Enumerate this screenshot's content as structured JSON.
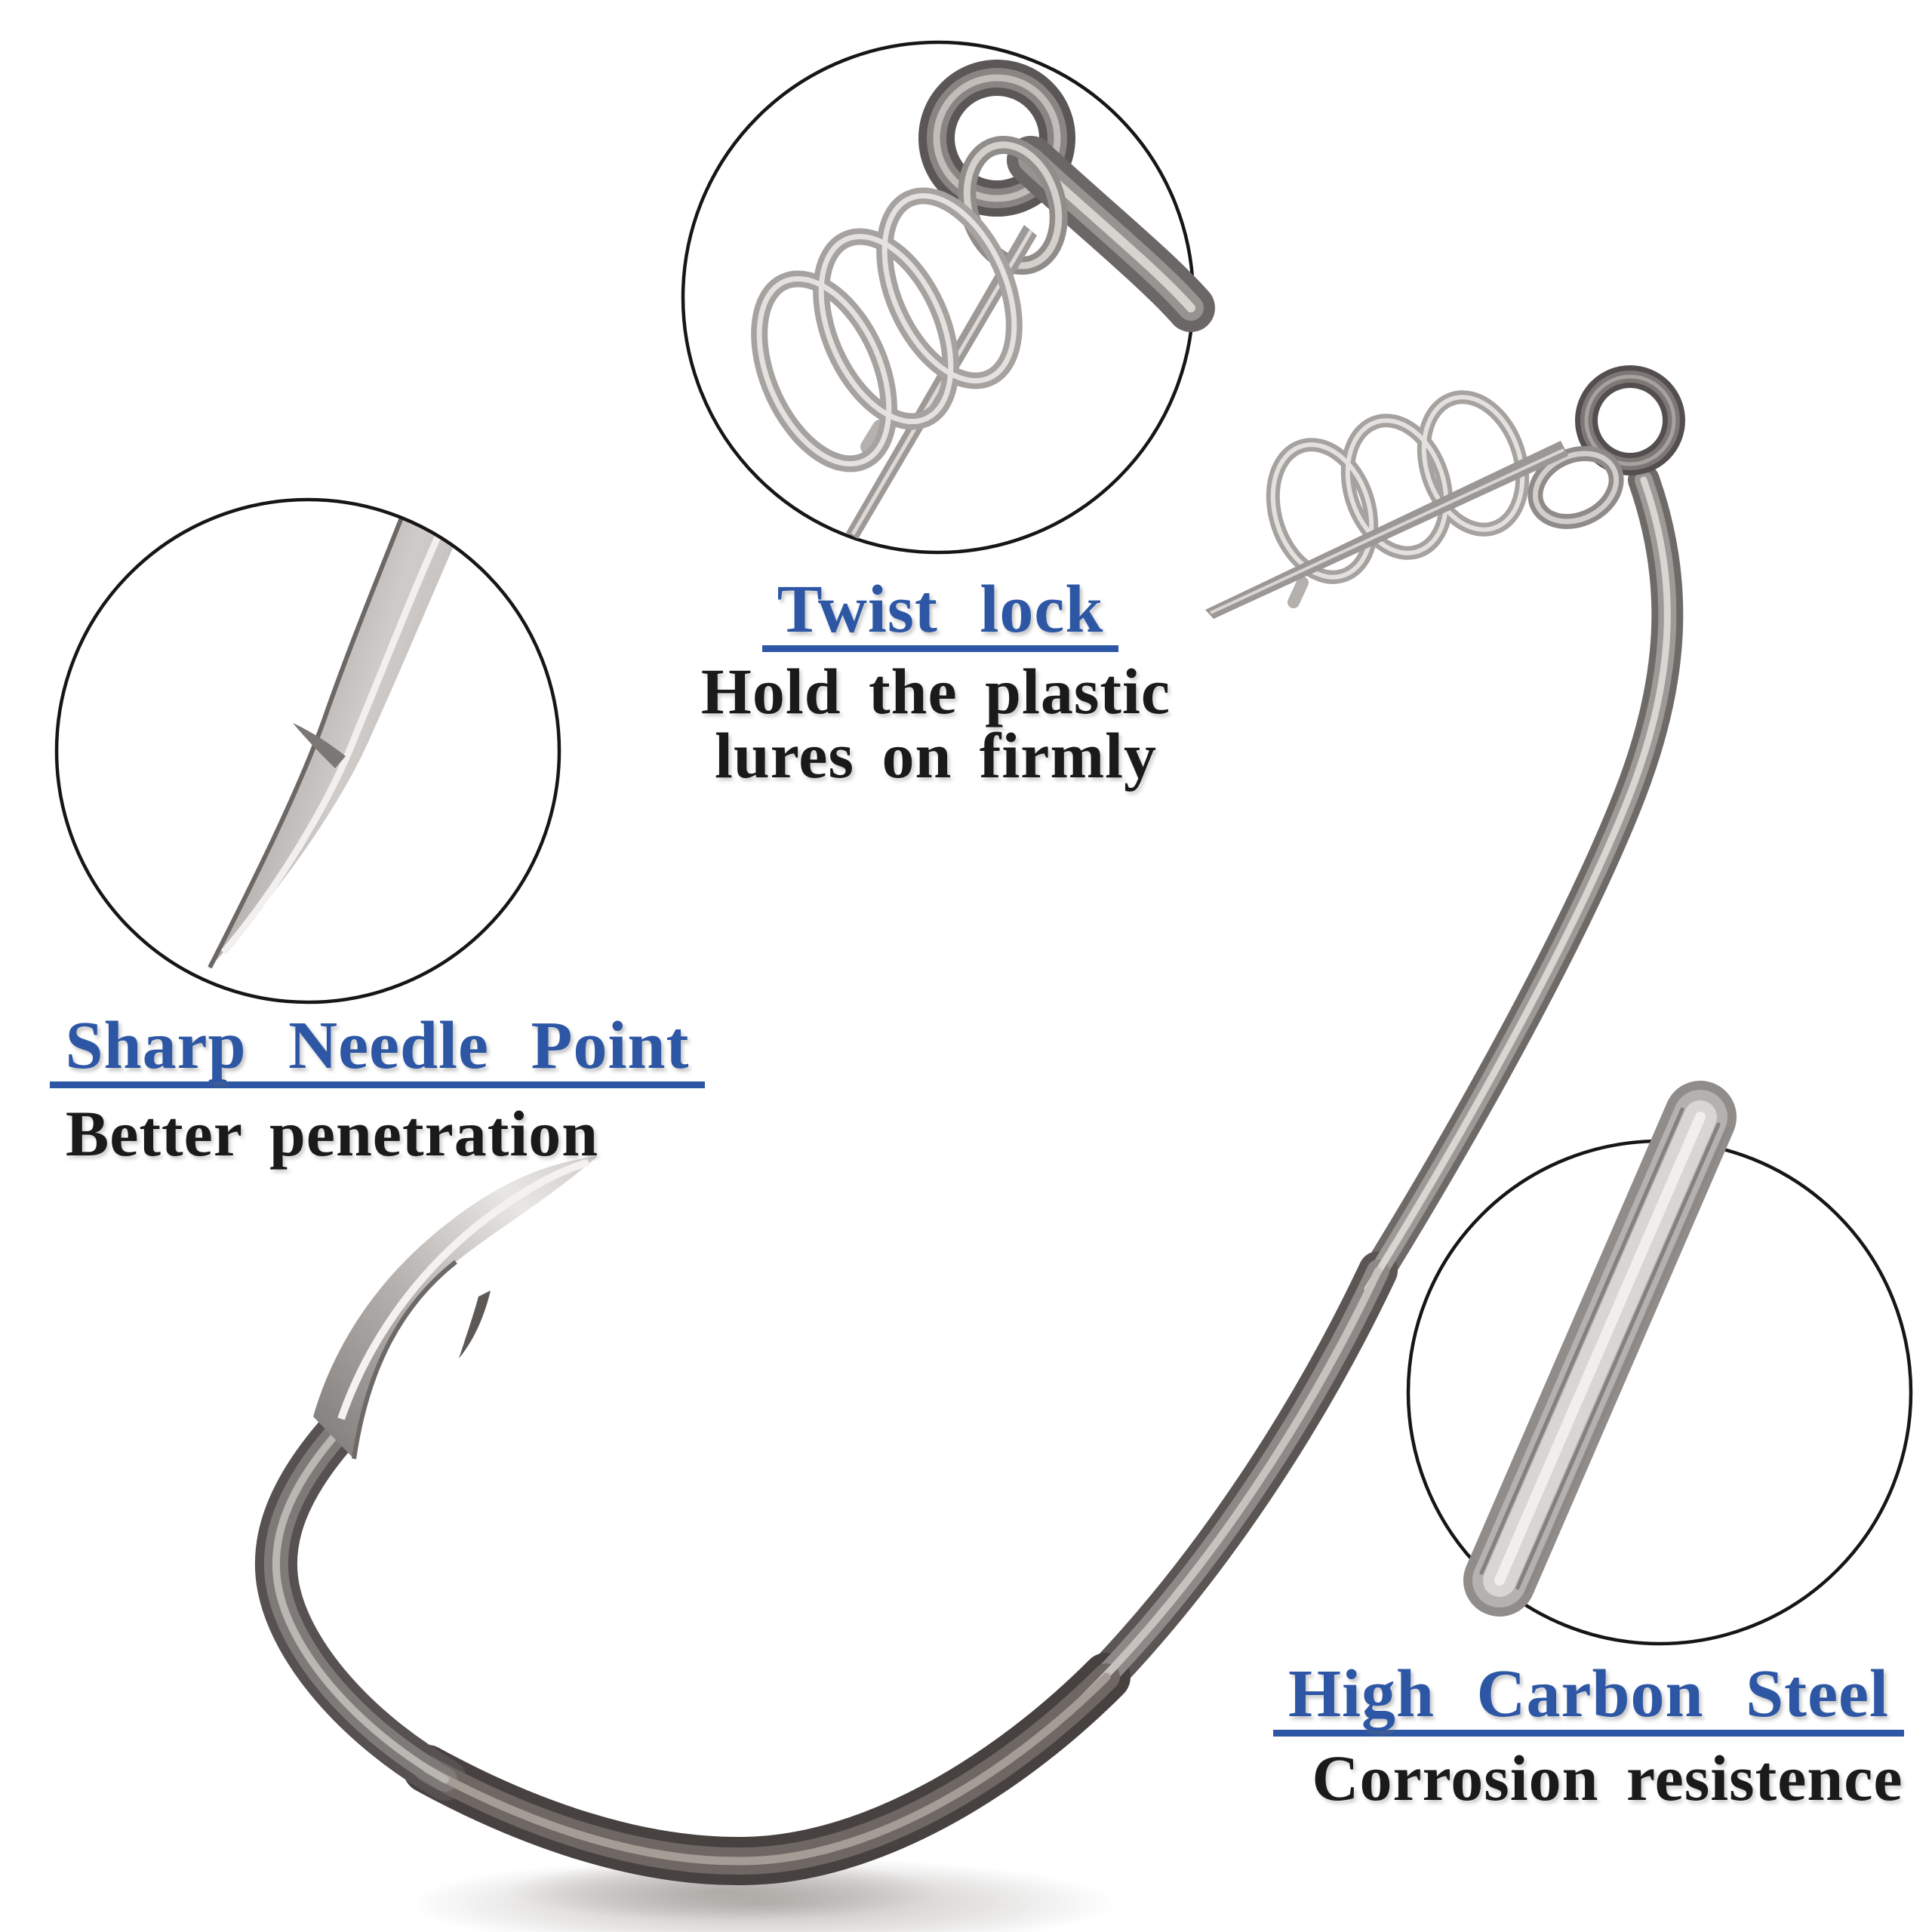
{
  "image_type": "annotated product photo of a fishing worm hook",
  "colors": {
    "background": "#ffffff",
    "heading_blue": "#2d57a4",
    "body_text_black": "#1a1a1a",
    "magnifier_outline": "#161616",
    "metal_light": "#d8d6d3",
    "metal_mid": "#9b9795",
    "metal_dark": "#474140"
  },
  "callouts": {
    "twist_lock": {
      "title": "Twist lock",
      "line1": "Hold the plastic",
      "line2": "lures on firmly"
    },
    "sharp_needle_point": {
      "title": "Sharp Needle Point",
      "line1": "Better penetration"
    },
    "high_carbon_steel": {
      "title": "High Carbon Steel",
      "line1": "Corrosion resistence"
    }
  },
  "figure": {
    "subject": "offset fishing hook with corkscrew twist-lock spring on the eye",
    "magnified_details": [
      "twist lock spring close-up (top circle)",
      "sharp needle point with barb close-up (left circle)",
      "high carbon steel shank close-up (bottom right circle)"
    ]
  }
}
